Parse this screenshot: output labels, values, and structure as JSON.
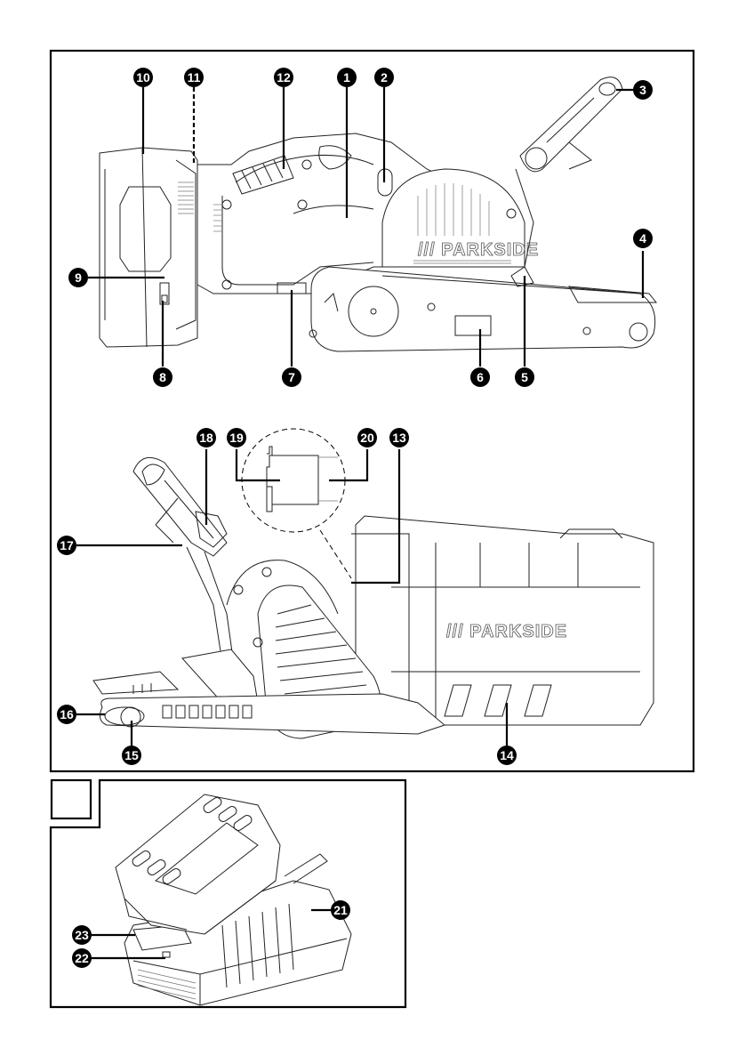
{
  "figures": [
    {
      "id": "1",
      "title": "Belt sander – right side view",
      "brand_label": "/// PARKSIDE",
      "callouts": [
        {
          "num": "1"
        },
        {
          "num": "2"
        },
        {
          "num": "3"
        },
        {
          "num": "4"
        },
        {
          "num": "5"
        },
        {
          "num": "6"
        },
        {
          "num": "7"
        },
        {
          "num": "8"
        },
        {
          "num": "9"
        },
        {
          "num": "10"
        },
        {
          "num": "11"
        },
        {
          "num": "12"
        }
      ]
    },
    {
      "id": "2",
      "title": "Belt sander – left side view",
      "brand_label": "/// PARKSIDE",
      "callouts": [
        {
          "num": "13"
        },
        {
          "num": "14"
        },
        {
          "num": "15"
        },
        {
          "num": "16"
        },
        {
          "num": "17"
        },
        {
          "num": "18"
        },
        {
          "num": "19"
        },
        {
          "num": "20"
        }
      ]
    },
    {
      "id": "3",
      "title": "Battery pack and charger",
      "figure_label": "",
      "callouts": [
        {
          "num": "21"
        },
        {
          "num": "22"
        },
        {
          "num": "23"
        }
      ]
    }
  ],
  "colors": {
    "line": "#000000",
    "art": "#222222",
    "background": "#ffffff"
  }
}
